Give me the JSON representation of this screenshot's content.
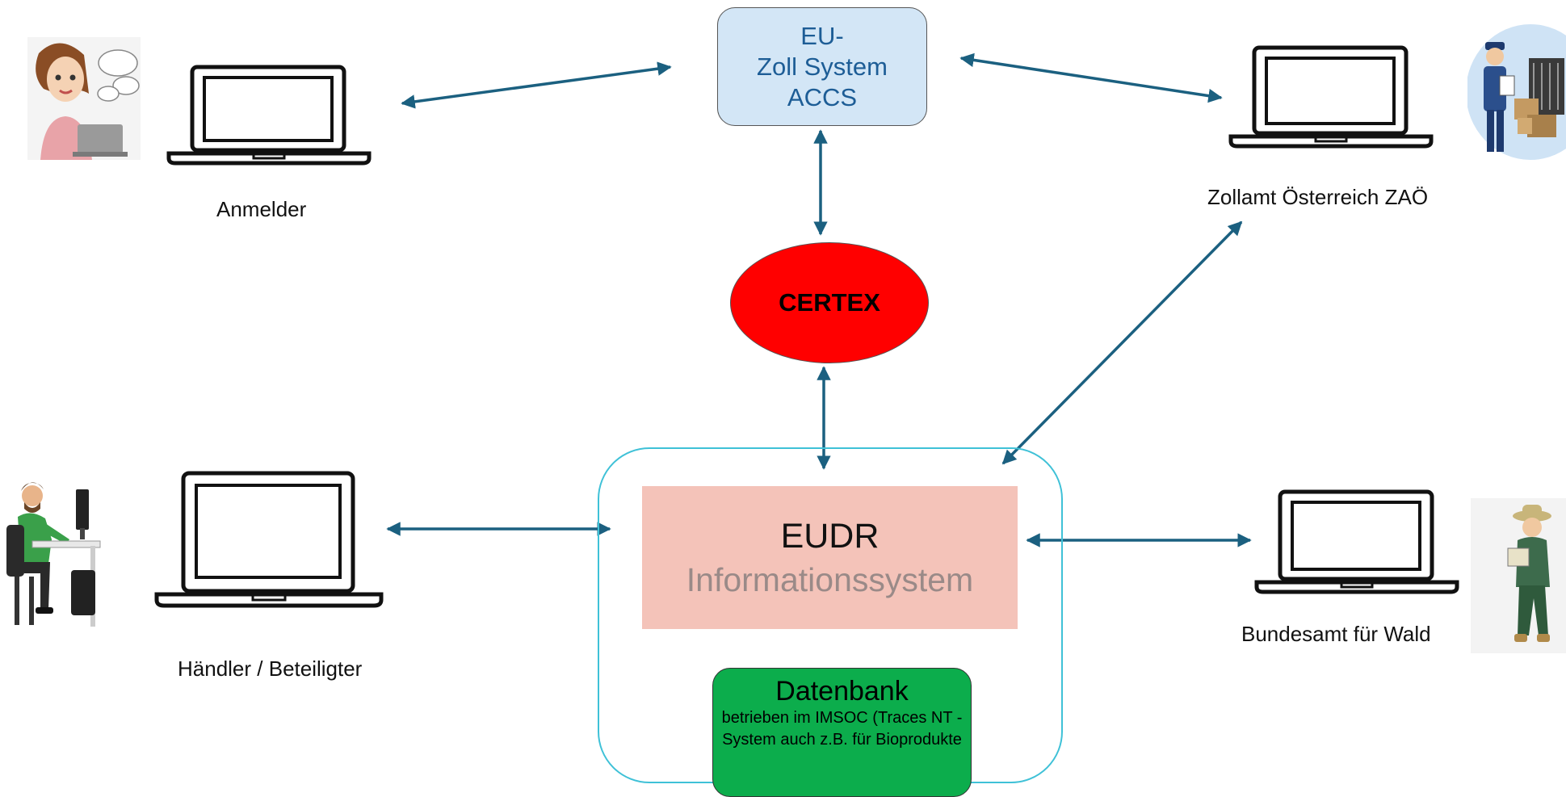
{
  "accs": {
    "line1": "EU-",
    "line2": "Zoll System",
    "line3": "ACCS"
  },
  "certex": {
    "label": "CERTEX"
  },
  "eudr": {
    "title": "EUDR",
    "subtitle": "Informationssystem"
  },
  "database": {
    "title": "Datenbank",
    "description": "betrieben im IMSOC (Traces NT - System auch z.B. für Bioprodukte"
  },
  "actors": {
    "anmelder": "Anmelder",
    "zollamt": "Zollamt Österreich ZAÖ",
    "haendler": "Händler / Beteiligter",
    "bundesamt": "Bundesamt für Wald"
  },
  "colors": {
    "arrow": "#1b6080",
    "accs_fill": "#d3e6f6",
    "accs_text": "#1d5d96",
    "certex_fill": "#ff0000",
    "frame_border": "#3fc1d7",
    "eudr_fill": "#f4c3b9",
    "database_fill": "#0cad4c"
  },
  "icons": [
    "laptop-icon",
    "woman-laptop-icon",
    "customs-officer-icon",
    "man-desk-icon",
    "forest-ranger-icon"
  ]
}
